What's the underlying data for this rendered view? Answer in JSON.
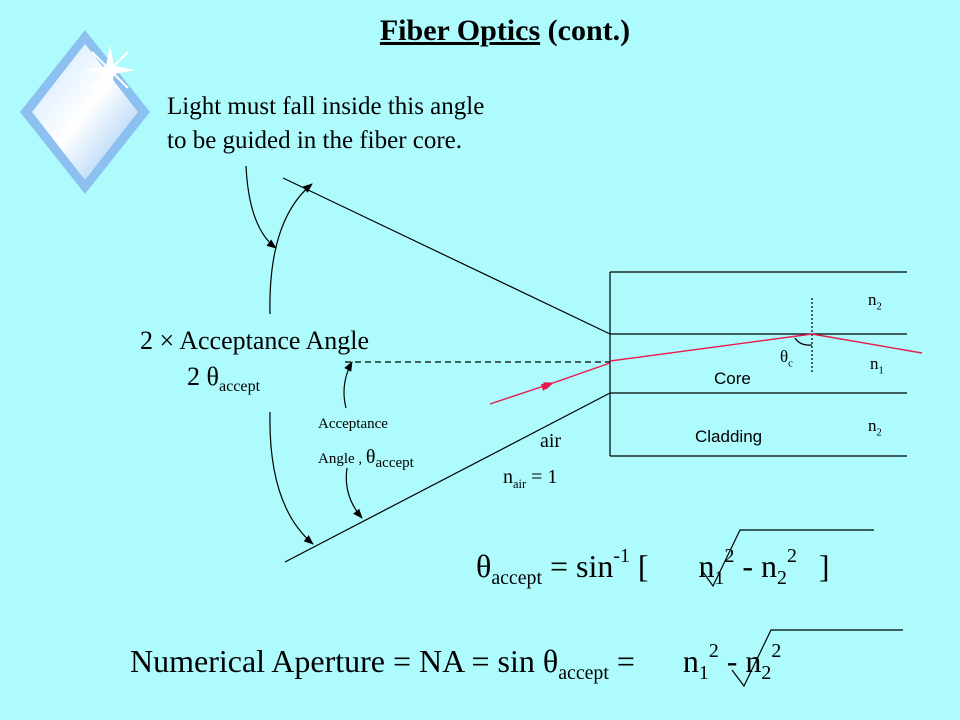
{
  "title": {
    "main": "Fiber Optics",
    "suffix": "(cont.)"
  },
  "note": {
    "line1": "Light must fall inside this angle",
    "line2": "to be guided in the fiber core."
  },
  "acceptance_double": {
    "line1": "2 × Acceptance Angle",
    "prefix": "2 ",
    "theta": "θ",
    "sub": "accept"
  },
  "acceptance_single": {
    "line1": "Acceptance",
    "line2_prefix": "Angle , ",
    "theta": "θ",
    "sub": "accept"
  },
  "air": {
    "label": "air",
    "n": "n",
    "n_sub": "air",
    "n_value": " = 1"
  },
  "fiber": {
    "core": "Core",
    "cladding": "Cladding",
    "theta_c": "θ",
    "theta_c_sub": "c",
    "n2_top": "n",
    "n2_top_sub": "2",
    "n1": "n",
    "n1_sub": "1",
    "n2_bottom": "n",
    "n2_bottom_sub": "2"
  },
  "equation1": {
    "theta": "θ",
    "theta_sub": "accept",
    "equals_sin": " = sin",
    "inv": "-1",
    "open_bracket": " [",
    "n1": "n",
    "n1_sub": "1",
    "n1_sup": "2",
    "minus": " - n",
    "n2_sub": "2",
    "n2_sup": "2",
    "close_bracket": "]"
  },
  "equation2": {
    "prefix": "Numerical Aperture = NA = sin ",
    "theta": "θ",
    "theta_sub": "accept",
    "equals": " =",
    "n1": "n",
    "n1_sub": "1",
    "n1_sup": "2",
    "minus": " - n",
    "n2_sub": "2",
    "n2_sup": "2"
  },
  "colors": {
    "background": "#AEFBFE",
    "ray": "#E8194C",
    "line": "#000000"
  },
  "icons": {
    "logo": "diamond-sparkle-icon"
  }
}
